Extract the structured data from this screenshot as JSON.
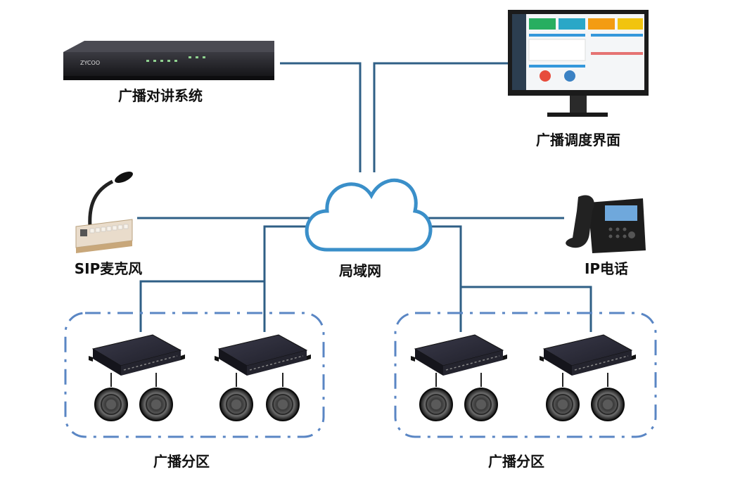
{
  "labels": {
    "broadcast_intercom_system": "广播对讲系统",
    "dispatch_ui": "广播调度界面",
    "sip_microphone": "SIP麦克风",
    "lan": "局域网",
    "ip_phone": "IP电话",
    "zone_left": "广播分区",
    "zone_right": "广播分区"
  },
  "device_text": {
    "rack_logo": "ZYCOO"
  },
  "colors": {
    "line": "#2f5f86",
    "cloud": "#3a8fc9",
    "zone_border": "#5a86c4",
    "device_dark": "#2b2b36",
    "speaker": "#1c1c1c"
  },
  "icons": {
    "rack": "server-rack-icon",
    "monitor": "monitor-icon",
    "microphone": "gooseneck-microphone-icon",
    "phone": "desk-phone-icon",
    "cloud": "cloud-icon",
    "amplifier": "network-amplifier-icon",
    "speaker": "ceiling-speaker-icon"
  }
}
